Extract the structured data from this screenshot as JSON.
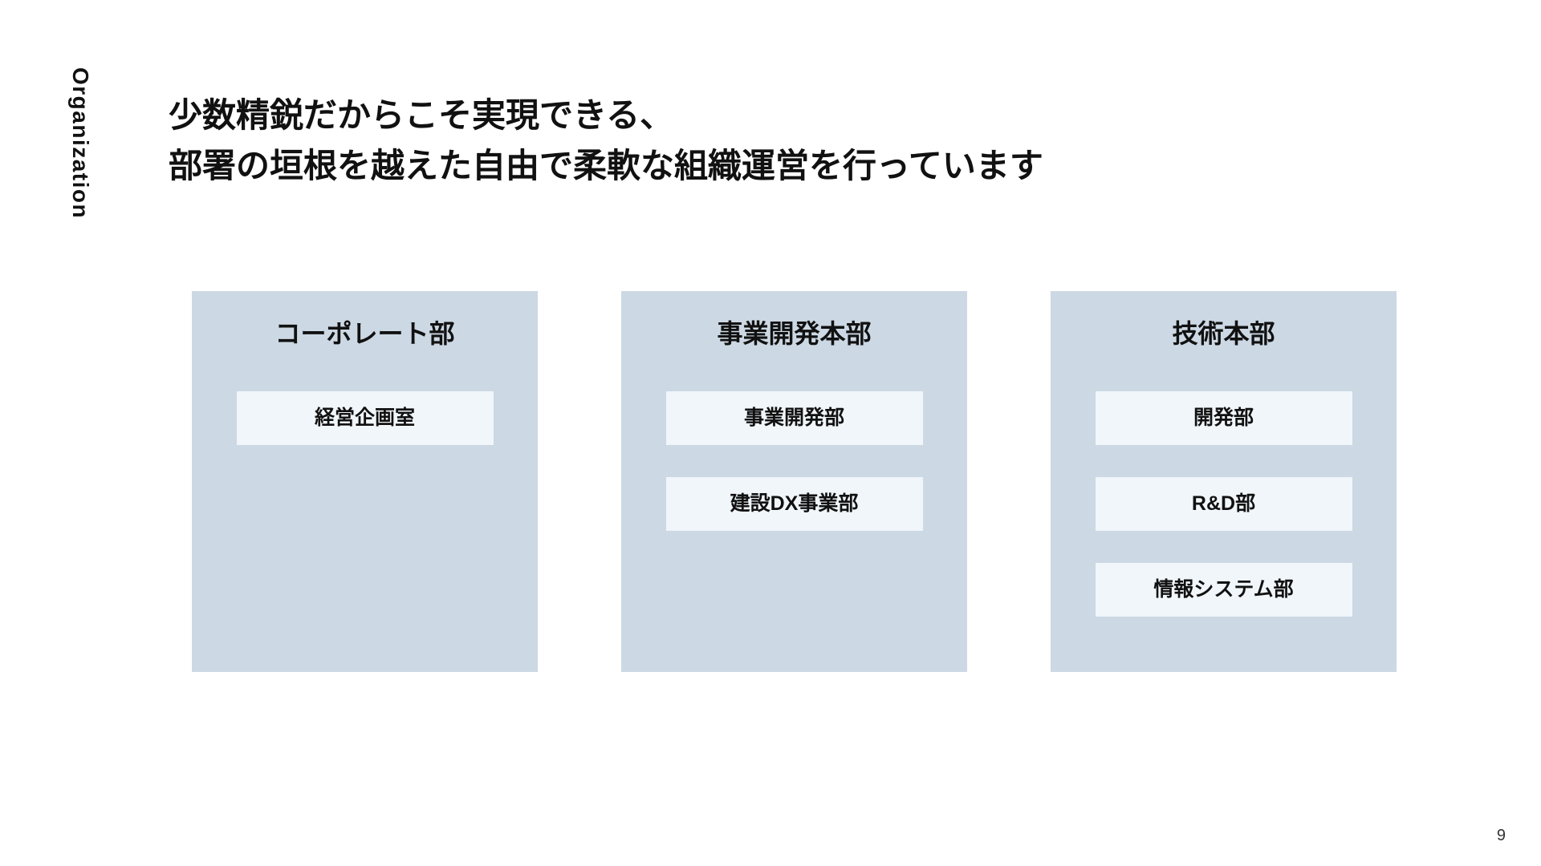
{
  "page": {
    "side_label": "Organization",
    "title_line1": "少数精鋭だからこそ実現できる、",
    "title_line2": "部署の垣根を越えた自由で柔軟な組織運営を行っています",
    "page_number": "9"
  },
  "colors": {
    "box_bg": "#ccd8e3",
    "item_bg": "#f0f6fa",
    "text": "#111111",
    "muted": "#333333"
  },
  "org": {
    "departments": [
      {
        "name": "コーポレート部",
        "units": [
          "経営企画室"
        ]
      },
      {
        "name": "事業開発本部",
        "units": [
          "事業開発部",
          "建設DX事業部"
        ]
      },
      {
        "name": "技術本部",
        "units": [
          "開発部",
          "R&D部",
          "情報システム部"
        ]
      }
    ]
  }
}
